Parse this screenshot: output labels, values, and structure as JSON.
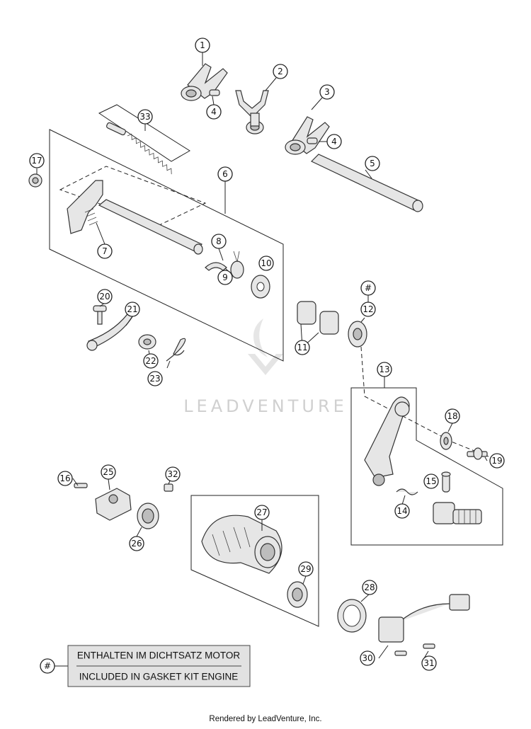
{
  "diagram": {
    "callouts": [
      "1",
      "2",
      "3",
      "4",
      "4",
      "5",
      "6",
      "7",
      "8",
      "9",
      "10",
      "#",
      "12",
      "11",
      "13",
      "17",
      "18",
      "19",
      "20",
      "21",
      "22",
      "23",
      "14",
      "15",
      "16",
      "25",
      "32",
      "26",
      "27",
      "28",
      "29",
      "30",
      "31",
      "33"
    ],
    "legend": {
      "symbol": "#",
      "line_de": "ENTHALTEN IM DICHTSATZ MOTOR",
      "line_en": "INCLUDED IN GASKET KIT ENGINE"
    },
    "watermark": "LEADVENTURE"
  },
  "footer": "Rendered by LeadVenture, Inc."
}
